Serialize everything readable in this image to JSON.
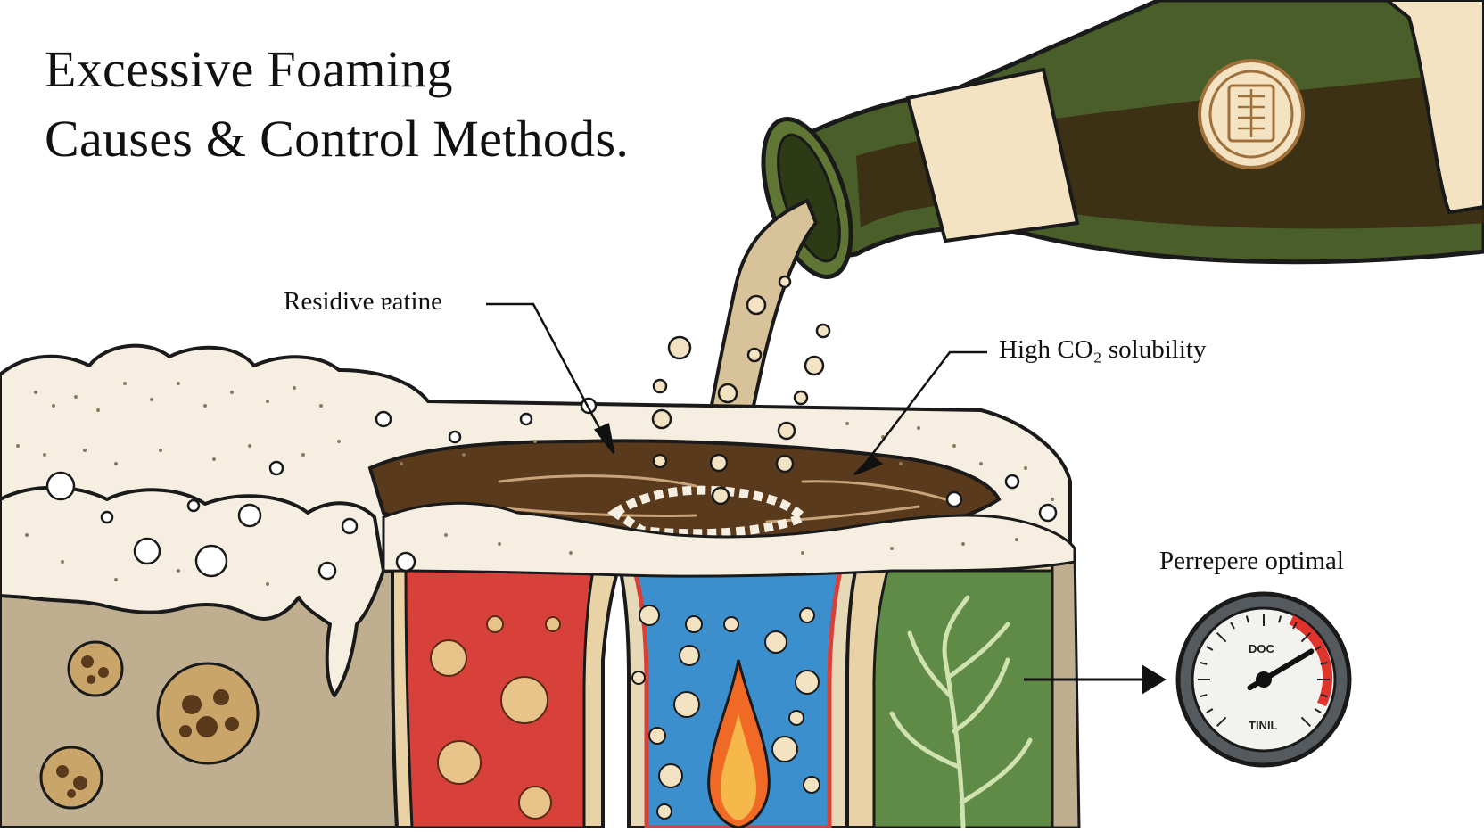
{
  "title": {
    "line1": "Excessive Foaming",
    "line2": "Causes & Control Methods."
  },
  "labels": {
    "residive": "Residive ɐatine",
    "co2": "High CO₂ solubility",
    "gauge": "Perrepere optimal"
  },
  "gauge": {
    "top_text": "DOC",
    "bottom_text": "TINIL",
    "needle_level": 0.72,
    "red_zone_color": "#e0332b"
  },
  "colors": {
    "bottle_glass": "#4a5e2a",
    "bottle_label": "#f3e3c3",
    "beer": "#d8c29a",
    "liquid": "#5a3a1c",
    "foam": "#f6efe1",
    "layer_red": "#d8403a",
    "layer_blue": "#3a8fcc",
    "layer_green": "#5f8b46",
    "layer_tan": "#bfae90"
  }
}
